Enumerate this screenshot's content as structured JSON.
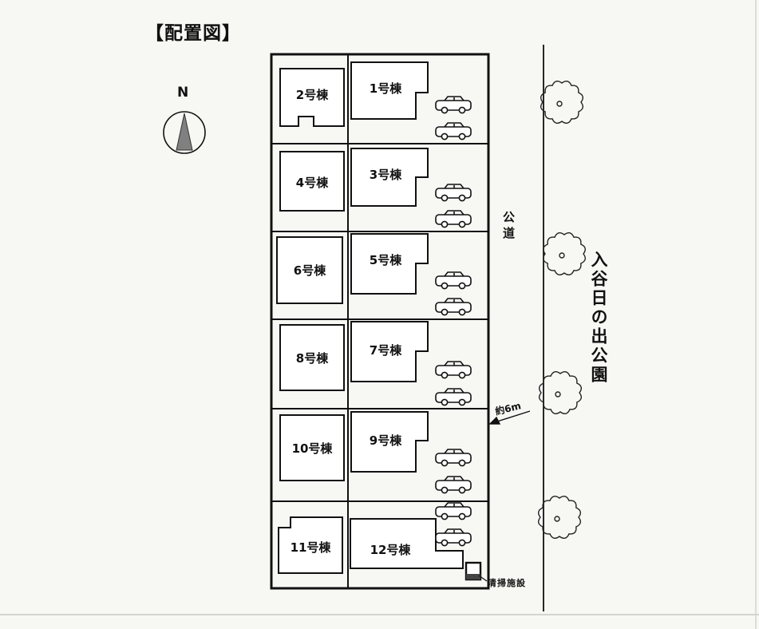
{
  "title": "【配置図】",
  "compass": {
    "label": "N"
  },
  "annotations": {
    "road": "公道",
    "park": "入谷日の出公園",
    "distance": "約6m",
    "facility": "清掃施設"
  },
  "buildings": [
    {
      "label": "1号棟"
    },
    {
      "label": "2号棟"
    },
    {
      "label": "3号棟"
    },
    {
      "label": "4号棟"
    },
    {
      "label": "5号棟"
    },
    {
      "label": "6号棟"
    },
    {
      "label": "7号棟"
    },
    {
      "label": "8号棟"
    },
    {
      "label": "9号棟"
    },
    {
      "label": "10号棟"
    },
    {
      "label": "11号棟"
    },
    {
      "label": "12号棟"
    }
  ]
}
